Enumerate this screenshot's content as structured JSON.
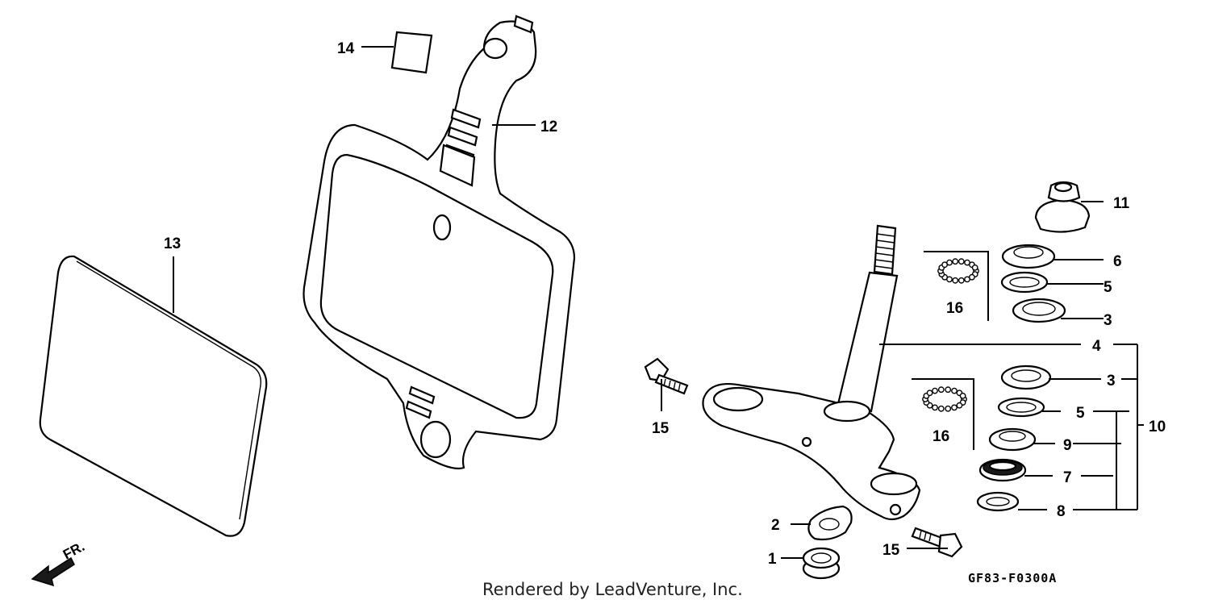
{
  "diagram": {
    "credit": "Rendered by LeadVenture, Inc.",
    "drawing_code": "GF83-F0300A",
    "front_marker": "FR.",
    "callouts": {
      "c1": "1",
      "c2": "2",
      "c3a": "3",
      "c3b": "3",
      "c4": "4",
      "c5a": "5",
      "c5b": "5",
      "c6": "6",
      "c7": "7",
      "c8": "8",
      "c9": "9",
      "c10": "10",
      "c11": "11",
      "c12": "12",
      "c13": "13",
      "c14": "14",
      "c15a": "15",
      "c15b": "15",
      "c16a": "16",
      "c16b": "16"
    }
  }
}
